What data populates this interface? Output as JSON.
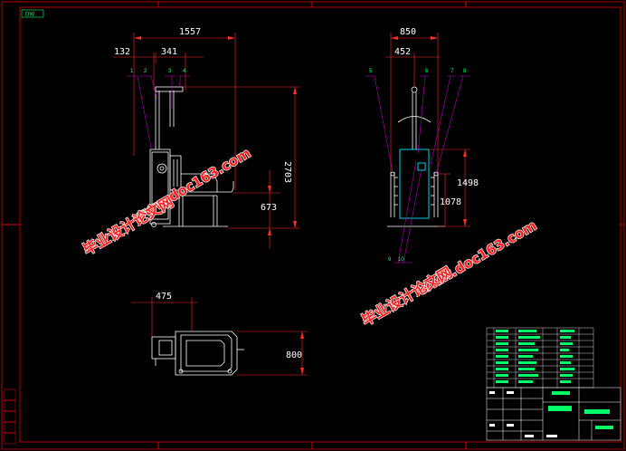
{
  "sheet_tag": "DW",
  "colors": {
    "frame": "#e00000",
    "object": "#ffffff",
    "dimension": "#ff2a2a",
    "balloon": "#00ff66",
    "cyan": "#00e5ff"
  },
  "dimensions": {
    "d1557": "1557",
    "d132": "132",
    "d341": "341",
    "d2703": "2703",
    "d673": "673",
    "d850": "850",
    "d452": "452",
    "d1498": "1498",
    "d1078": "1078",
    "d475": "475",
    "d800": "800"
  },
  "balloons": {
    "b1": "1",
    "b2": "2",
    "b3": "3",
    "b4": "4",
    "b5": "5",
    "b6": "6",
    "b7": "7",
    "b8": "8",
    "b9": "9",
    "b10": "10"
  },
  "watermark": {
    "url": "www.doc163.com",
    "cn": "毕业设计论文网"
  }
}
